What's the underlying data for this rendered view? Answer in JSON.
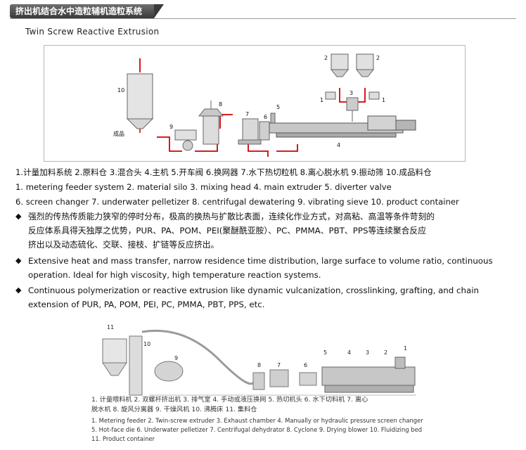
{
  "banner": {
    "title": "挤出机结合水中造粒辅机造粒系统"
  },
  "subtitle": "Twin Screw Reactive Extrusion",
  "diagram": {
    "labels": [
      "10",
      "成品",
      "9",
      "8",
      "7",
      "5",
      "6",
      "4",
      "2",
      "2",
      "1",
      "3",
      "1"
    ]
  },
  "captions": {
    "cn": "1.计量加料系统  2.原料仓  3.混合头  4.主机  5.开车阀  6.换网器  7.水下热切粒机  8.离心脱水机  9.振动筛  10.成品料仓",
    "en1": "1. metering feeder system   2. material silo   3. mixing head   4. main extruder   5. diverter valve",
    "en2": "6. screen changer  7. underwater pelletizer   8. centrifugal dewatering   9. vibrating sieve   10. product container"
  },
  "bullets": [
    {
      "lines": [
        "强烈的传热传质能力狭窄的停时分布，极高的换热与扩散比表面，连续化作业方式，对高粘、高温等条件苛刻的",
        "反应体系具得天独厚之优势，PUR、PA、POM、PEI(聚醚酰亚胺）、PC、PMMA、PBT、PPS等连续聚合反应",
        "挤出以及动态硫化、交联、接枝、扩链等反应挤出。"
      ]
    },
    {
      "lines": [
        "Extensive heat and mass transfer, narrow residence time distribution, large surface to volume ratio, continuous",
        "operation. Ideal for high viscosity, high temperature reaction systems."
      ]
    },
    {
      "lines": [
        "Continuous  polymerization  or  reactive  extrusion like dynamic vulcanization, crosslinking, grafting, and chain",
        "extension of PUR, PA, POM, PEI, PC, PMMA, PBT, PPS, etc."
      ]
    }
  ],
  "photo": {
    "labels": [
      "11",
      "10",
      "9",
      "8",
      "7",
      "6",
      "5",
      "4",
      "3",
      "2",
      "1"
    ],
    "legend_cn": [
      "1. 计量喂料机   2. 双螺杆挤出机   3. 排气室   4. 手动或液压换网   5. 热切机头   6. 水下切料机   7. 离心",
      "脱水机   8. 旋风分离器   9. 干燥风机   10. 沸腾床   11. 集料仓"
    ],
    "legend_en": [
      "1. Metering feeder   2. Twin-screw extruder   3. Exhaust chamber   4. Manually or hydraulic pressure screen changer",
      "5. Hot-face die   6. Underwater pelletizer   7. Centrifugal dehydrator   8. Cyclone   9. Drying blower   10. Fluidizing bed",
      "11. Product container"
    ]
  }
}
